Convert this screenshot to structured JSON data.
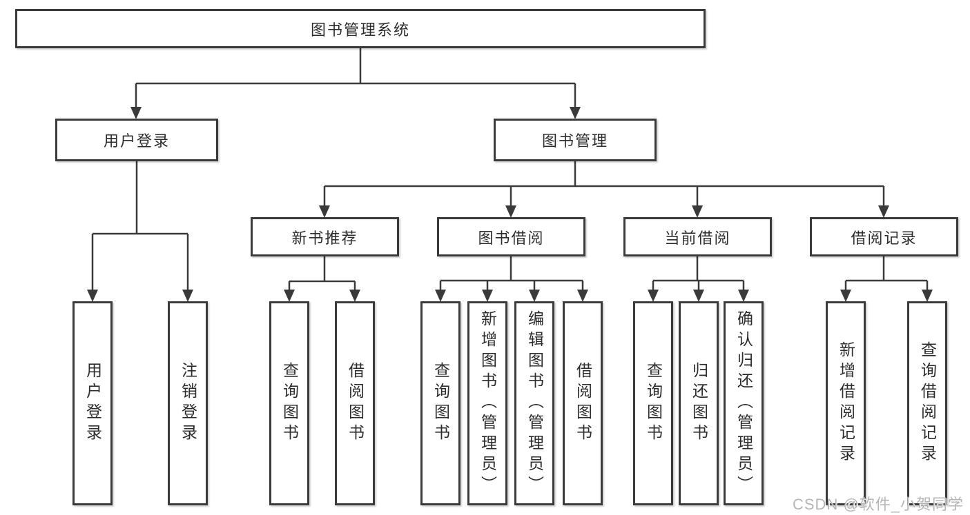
{
  "diagram": {
    "type": "hierarchy-structure-chart",
    "root": {
      "label": "图书管理系统"
    },
    "branches": [
      {
        "label": "用户登录",
        "children": [
          {
            "label": "用户登录"
          },
          {
            "label": "注销登录"
          }
        ]
      },
      {
        "label": "图书管理",
        "children": [
          {
            "label": "新书推荐",
            "children": [
              {
                "label": "查询图书"
              },
              {
                "label": "借阅图书"
              }
            ]
          },
          {
            "label": "图书借阅",
            "children": [
              {
                "label": "查询图书"
              },
              {
                "label": "新增图书（管理员）"
              },
              {
                "label": "编辑图书（管理员）"
              },
              {
                "label": "借阅图书"
              }
            ]
          },
          {
            "label": "当前借阅",
            "children": [
              {
                "label": "查询图书"
              },
              {
                "label": "归还图书"
              },
              {
                "label": "确认归还（管理员）"
              }
            ]
          },
          {
            "label": "借阅记录",
            "children": [
              {
                "label": "新增借阅记录"
              },
              {
                "label": "查询借阅记录"
              }
            ]
          }
        ]
      }
    ]
  },
  "watermark": "CSDN @软件_小贺同学",
  "colors": {
    "background": "#ffffff",
    "box_border": "#3a3a3a",
    "text": "#2d2d2d",
    "connector": "#3a3a3a",
    "watermark": "#b6b6b6"
  }
}
